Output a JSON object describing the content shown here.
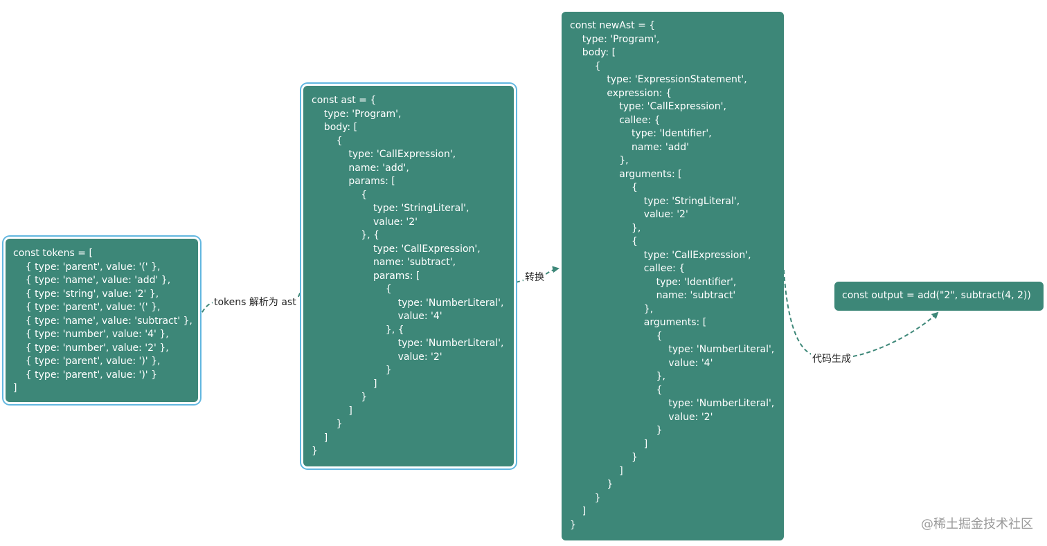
{
  "nodes": {
    "tokens": {
      "lines": [
        "const tokens = [",
        "    { type: 'parent', value: '(' },",
        "    { type: 'name', value: 'add' },",
        "    { type: 'string', value: '2' },",
        "    { type: 'parent', value: '(' },",
        "    { type: 'name', value: 'subtract' },",
        "    { type: 'number', value: '4' },",
        "    { type: 'number', value: '2' },",
        "    { type: 'parent', value: ')' },",
        "    { type: 'parent', value: ')' }",
        "]"
      ]
    },
    "ast": {
      "lines": [
        "const ast = {",
        "    type: 'Program',",
        "    body: [",
        "        {",
        "            type: 'CallExpression',",
        "            name: 'add',",
        "            params: [",
        "                {",
        "                    type: 'StringLiteral',",
        "                    value: '2'",
        "                }, {",
        "                    type: 'CallExpression',",
        "                    name: 'subtract',",
        "                    params: [",
        "                        {",
        "                            type: 'NumberLiteral',",
        "                            value: '4'",
        "                        }, {",
        "                            type: 'NumberLiteral',",
        "                            value: '2'",
        "                        }",
        "                    ]",
        "                }",
        "            ]",
        "        }",
        "    ]",
        "}"
      ]
    },
    "newAst": {
      "lines": [
        "const newAst = {",
        "    type: 'Program',",
        "    body: [",
        "        {",
        "            type: 'ExpressionStatement',",
        "            expression: {",
        "                type: 'CallExpression',",
        "                callee: {",
        "                    type: 'Identifier',",
        "                    name: 'add'",
        "                },",
        "                arguments: [",
        "                    {",
        "                        type: 'StringLiteral',",
        "                        value: '2'",
        "                    },",
        "                    {",
        "                        type: 'CallExpression',",
        "                        callee: {",
        "                            type: 'Identifier',",
        "                            name: 'subtract'",
        "                        },",
        "                        arguments: [",
        "                            {",
        "                                type: 'NumberLiteral',",
        "                                value: '4'",
        "                            },",
        "                            {",
        "                                type: 'NumberLiteral',",
        "                                value: '2'",
        "                            }",
        "                        ]",
        "                    }",
        "                ]",
        "            }",
        "        }",
        "    ]",
        "}"
      ]
    },
    "output": {
      "lines": [
        "const output = add(\"2\", subtract(4, 2))"
      ]
    }
  },
  "edges": {
    "tokens_to_ast": "tokens 解析为 ast",
    "ast_to_newAst": "转换",
    "newAst_to_output": "代码生成"
  },
  "watermark": "@稀土掘金技术社区",
  "colors": {
    "node_fill": "#3d8778",
    "node_text": "#ffffff",
    "selection_border": "#62b7e0",
    "edge": "#3d8778"
  }
}
